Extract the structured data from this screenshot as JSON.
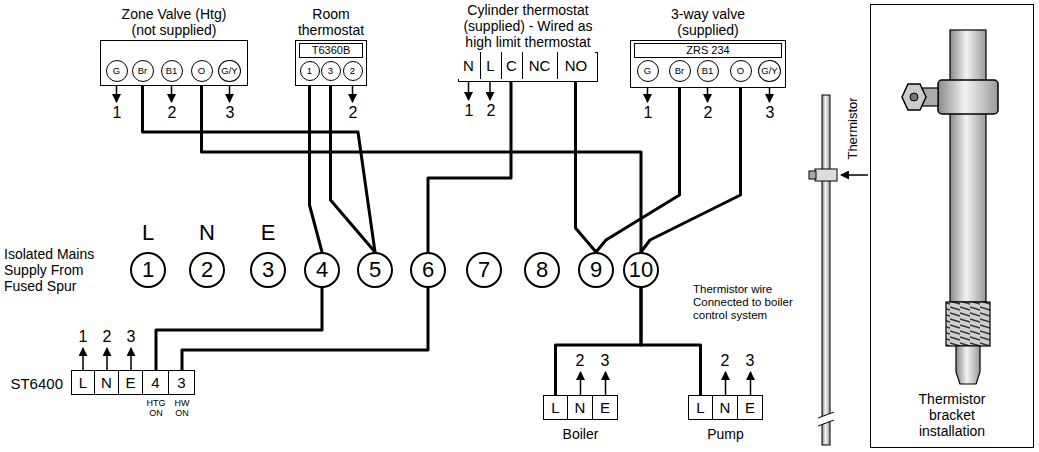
{
  "diagram": {
    "nodes": [
      {
        "text": [
          "Zone Valve (Htg) (not supplied)"
        ]
      },
      {
        "text": [
          "G"
        ],
        "in": 0
      },
      {
        "text": [
          "Br"
        ],
        "in": 0
      },
      {
        "text": [
          "B1"
        ],
        "in": 0
      },
      {
        "text": [
          "O"
        ],
        "in": 0
      },
      {
        "text": [
          "G/Y"
        ],
        "in": 0
      },
      {
        "text": [
          "Room thermostat",
          "T6360B"
        ]
      },
      {
        "text": [
          "1"
        ],
        "in": 6
      },
      {
        "text": [
          "3"
        ],
        "in": 6
      },
      {
        "text": [
          "2"
        ],
        "in": 6
      },
      {
        "text": [
          "Cylinder thermostat (supplied) - Wired as high limit thermostat"
        ]
      },
      {
        "text": [
          "N"
        ],
        "in": 10
      },
      {
        "text": [
          "L"
        ],
        "in": 10
      },
      {
        "text": [
          "C"
        ],
        "in": 10
      },
      {
        "text": [
          "NC"
        ],
        "in": 10
      },
      {
        "text": [
          "NO"
        ],
        "in": 10
      },
      {
        "text": [
          "3-way valve (supplied)",
          "ZRS 234"
        ]
      },
      {
        "text": [
          "G"
        ],
        "in": 16
      },
      {
        "text": [
          "Br"
        ],
        "in": 16
      },
      {
        "text": [
          "B1"
        ],
        "in": 16
      },
      {
        "text": [
          "O"
        ],
        "in": 16
      },
      {
        "text": [
          "G/Y"
        ],
        "in": 16
      },
      {
        "text": [
          "1"
        ]
      },
      {
        "text": [
          "2"
        ]
      },
      {
        "text": [
          "3"
        ]
      },
      {
        "text": [
          "4"
        ]
      },
      {
        "text": [
          "5"
        ]
      },
      {
        "text": [
          "6"
        ]
      },
      {
        "text": [
          "7"
        ]
      },
      {
        "text": [
          "8"
        ]
      },
      {
        "text": [
          "9"
        ]
      },
      {
        "text": [
          "10"
        ]
      },
      {
        "text": [
          "ST6400"
        ]
      },
      {
        "text": [
          "L"
        ],
        "in": 32
      },
      {
        "text": [
          "N"
        ],
        "in": 32
      },
      {
        "text": [
          "E"
        ],
        "in": 32
      },
      {
        "text": [
          "4"
        ],
        "in": 32
      },
      {
        "text": [
          "3"
        ],
        "in": 32
      },
      {
        "text": [
          "Boiler"
        ]
      },
      {
        "text": [
          "L"
        ],
        "in": 38
      },
      {
        "text": [
          "N"
        ],
        "in": 38
      },
      {
        "text": [
          "E"
        ],
        "in": 38
      },
      {
        "text": [
          "Pump"
        ]
      },
      {
        "text": [
          "L"
        ],
        "in": 42
      },
      {
        "text": [
          "N"
        ],
        "in": 42
      },
      {
        "text": [
          "E"
        ],
        "in": 42
      },
      {
        "text": [
          "Thermistor bracket installation"
        ]
      }
    ],
    "edges": [
      {
        "from": 2,
        "to": 26,
        "arrow": "none"
      },
      {
        "from": 4,
        "to": 31,
        "arrow": "none"
      },
      {
        "from": 7,
        "to": 25,
        "arrow": "none"
      },
      {
        "from": 8,
        "to": 26,
        "arrow": "none"
      },
      {
        "from": 13,
        "to": 27,
        "arrow": "none"
      },
      {
        "from": 15,
        "to": 30,
        "arrow": "none"
      },
      {
        "from": 18,
        "to": 30,
        "arrow": "none"
      },
      {
        "from": 20,
        "to": 31,
        "arrow": "none"
      },
      {
        "from": 25,
        "to": 36,
        "arrow": "none"
      },
      {
        "from": 27,
        "to": 37,
        "arrow": "none"
      },
      {
        "from": 31,
        "to": 39,
        "arrow": "none"
      },
      {
        "from": 31,
        "to": 43,
        "arrow": "none"
      }
    ],
    "labels": [
      "1",
      "2",
      "3",
      "2",
      "1",
      "2",
      "1",
      "2",
      "3",
      "L",
      "N",
      "E",
      "Isolated Mains Supply From Fused Spur",
      "1",
      "2",
      "3",
      "HTG ON",
      "HW ON",
      "2",
      "3",
      "2",
      "3",
      "Thermistor",
      "Thermistor wire Connected to boiler control system"
    ]
  }
}
